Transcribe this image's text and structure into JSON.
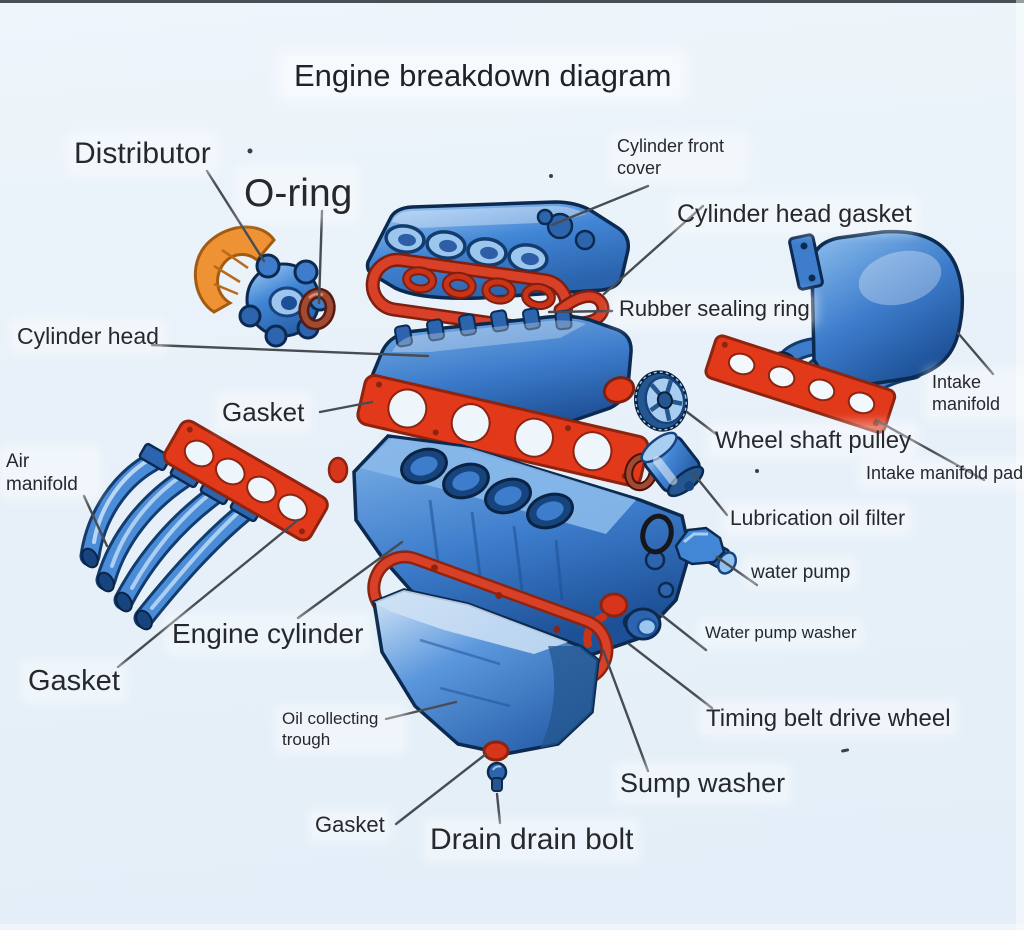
{
  "title": "Engine breakdown diagram",
  "labels": {
    "distributor": "Distributor",
    "o_ring": "O-ring",
    "cylinder_front_cover": "Cylinder front cover",
    "cylinder_head_gasket": "Cylinder head gasket",
    "rubber_sealing_ring": "Rubber sealing ring",
    "cylinder_head": "Cylinder head",
    "intake_manifold": "Intake manifold",
    "gasket_head": "Gasket",
    "wheel_shaft_pulley": "Wheel shaft pulley",
    "intake_manifold_pad": "Intake manifold pad",
    "air_manifold": "Air manifold",
    "lubrication_oil_filter": "Lubrication oil filter",
    "water_pump": "water pump",
    "water_pump_washer": "Water pump washer",
    "engine_cylinder": "Engine cylinder",
    "gasket_exhaust": "Gasket",
    "oil_collecting_trough": "Oil collecting trough",
    "timing_belt_drive_wheel": "Timing belt drive wheel",
    "sump_washer": "Sump washer",
    "gasket_drain": "Gasket",
    "drain_drain_bolt": "Drain drain bolt"
  },
  "colors": {
    "background": "#e8f1f9",
    "part_blue": "#4286d6",
    "part_blue_dark": "#1d5096",
    "part_blue_light": "#9cc6ee",
    "part_red": "#e2391b",
    "part_red_dark": "#8c2410",
    "part_orange": "#ef9233",
    "seal_brown": "#8a3526",
    "label_text": "#26282c",
    "leader_line": "#474c52"
  }
}
